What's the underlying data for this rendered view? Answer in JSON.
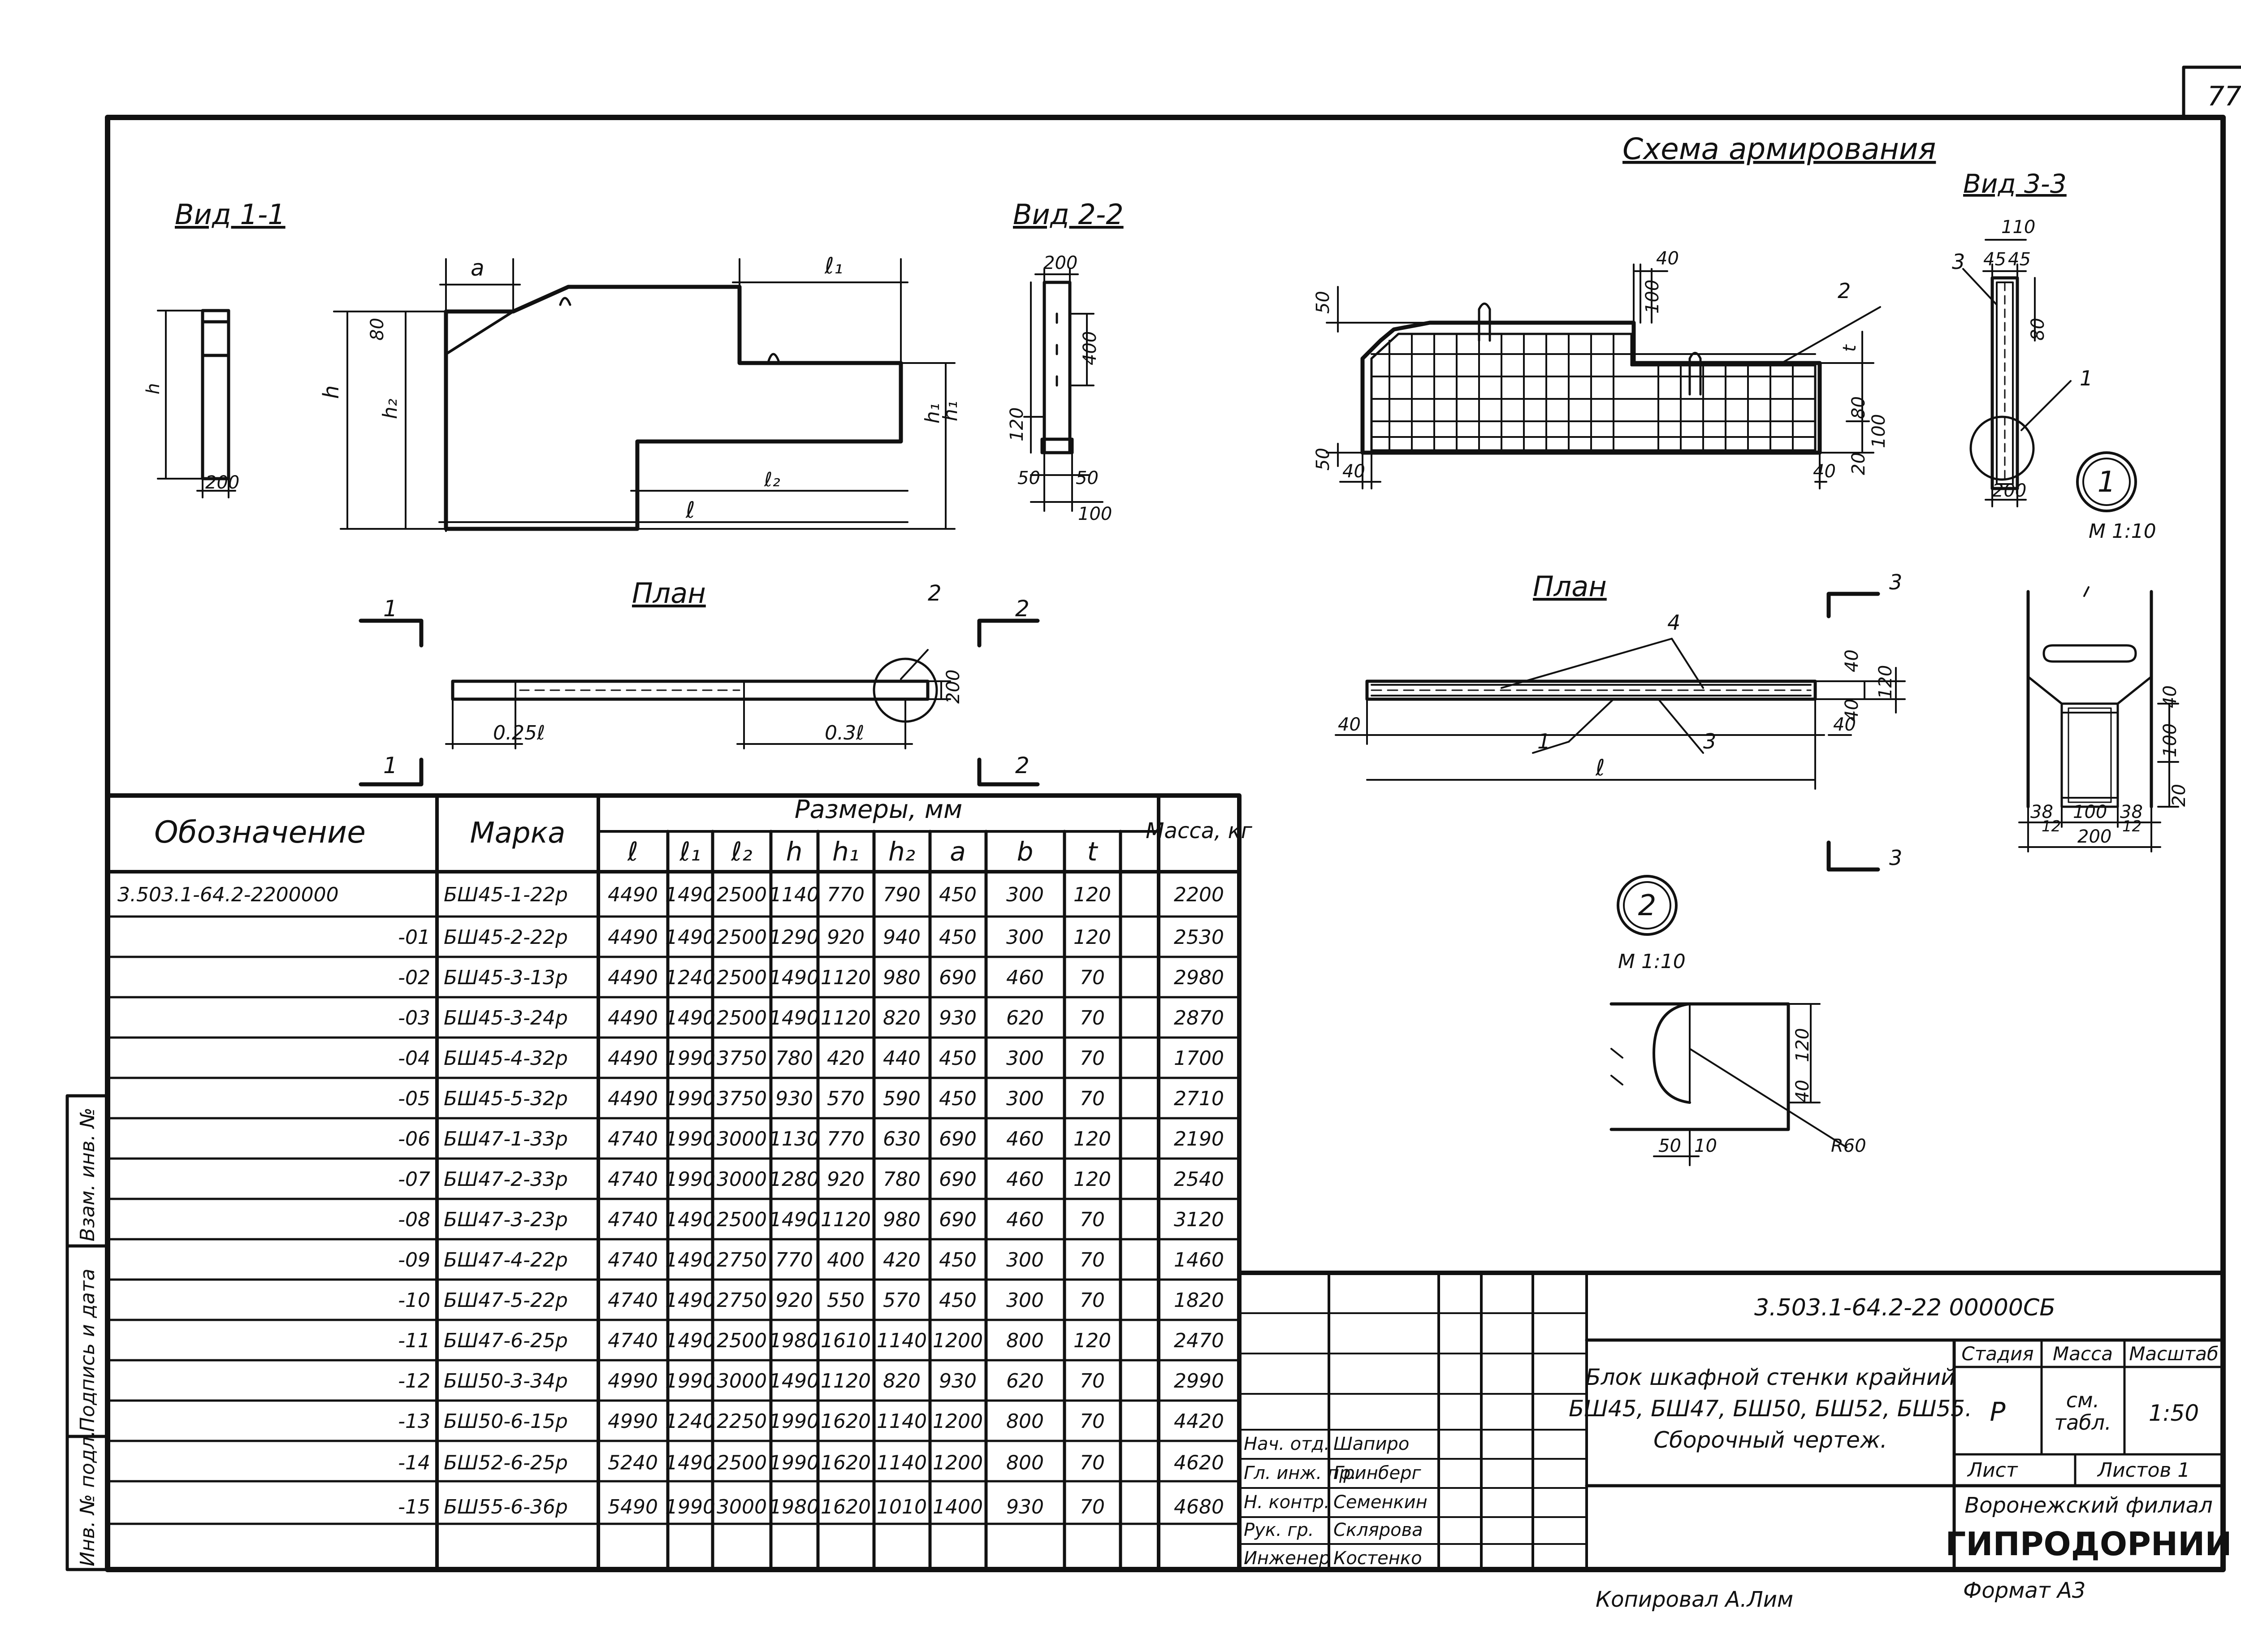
{
  "sheet": {
    "page_number": "77",
    "copied_by": "Копировал А.Лим",
    "format": "Формат А3",
    "side_stamp": [
      "Инв. № подл.",
      "Подпись и дата",
      "Взам. инв. №"
    ]
  },
  "views": {
    "view_1_1": "Вид 1-1",
    "view_2_2": "Вид 2-2",
    "view_3_3": "Вид 3-3",
    "plan_left": "План",
    "plan_right": "План",
    "reinforcement": "Схема армирования",
    "scale_1": "М 1:10",
    "scale_2": "М 1:10",
    "callout_1": "1",
    "callout_2": "2"
  },
  "dims": {
    "v11": [
      "h",
      "200"
    ],
    "elev": [
      "a",
      "ℓ₁",
      "80",
      "h",
      "h₂",
      "h₁",
      "ℓ₂",
      "ℓ"
    ],
    "v22": [
      "200",
      "400",
      "h₁",
      "120",
      "50",
      "50",
      "100"
    ],
    "plan_left": [
      "1",
      "1",
      "2",
      "2",
      "2",
      "200",
      "0.25ℓ",
      "0.3ℓ"
    ],
    "reinf": [
      "40",
      "100",
      "50",
      "2",
      "t",
      "80",
      "100",
      "20",
      "50",
      "40",
      "40"
    ],
    "v33": [
      "110",
      "45",
      "45",
      "3",
      "80",
      "1",
      "200"
    ],
    "plan_right": [
      "4",
      "3",
      "3",
      "40",
      "120",
      "40",
      "40",
      "40",
      "1",
      "3",
      "ℓ"
    ],
    "detail_1": [
      "100",
      "40",
      "20",
      "38",
      "100",
      "38",
      "12",
      "12",
      "200"
    ],
    "detail_2": [
      "120",
      "40",
      "50",
      "10",
      "R60"
    ]
  },
  "spec_table": {
    "headers": {
      "designation": "Обозначение",
      "mark": "Марка",
      "dimensions": "Размеры, мм",
      "mass": "Масса, кг",
      "dim_cols": [
        "ℓ",
        "ℓ₁",
        "ℓ₂",
        "h",
        "h₁",
        "h₂",
        "a",
        "b",
        "t"
      ]
    },
    "rows": [
      {
        "des": "3.503.1-64.2-2200000",
        "mark": "БШ45-1-22р",
        "v": [
          "4490",
          "1490",
          "2500",
          "1140",
          "770",
          "790",
          "450",
          "300",
          "120"
        ],
        "mass": "2200"
      },
      {
        "des": "-01",
        "mark": "БШ45-2-22р",
        "v": [
          "4490",
          "1490",
          "2500",
          "1290",
          "920",
          "940",
          "450",
          "300",
          "120"
        ],
        "mass": "2530"
      },
      {
        "des": "-02",
        "mark": "БШ45-3-13р",
        "v": [
          "4490",
          "1240",
          "2500",
          "1490",
          "1120",
          "980",
          "690",
          "460",
          "70"
        ],
        "mass": "2980"
      },
      {
        "des": "-03",
        "mark": "БШ45-3-24р",
        "v": [
          "4490",
          "1490",
          "2500",
          "1490",
          "1120",
          "820",
          "930",
          "620",
          "70"
        ],
        "mass": "2870"
      },
      {
        "des": "-04",
        "mark": "БШ45-4-32р",
        "v": [
          "4490",
          "1990",
          "3750",
          "780",
          "420",
          "440",
          "450",
          "300",
          "70"
        ],
        "mass": "1700"
      },
      {
        "des": "-05",
        "mark": "БШ45-5-32р",
        "v": [
          "4490",
          "1990",
          "3750",
          "930",
          "570",
          "590",
          "450",
          "300",
          "70"
        ],
        "mass": "2710"
      },
      {
        "des": "-06",
        "mark": "БШ47-1-33р",
        "v": [
          "4740",
          "1990",
          "3000",
          "1130",
          "770",
          "630",
          "690",
          "460",
          "120"
        ],
        "mass": "2190"
      },
      {
        "des": "-07",
        "mark": "БШ47-2-33р",
        "v": [
          "4740",
          "1990",
          "3000",
          "1280",
          "920",
          "780",
          "690",
          "460",
          "120"
        ],
        "mass": "2540"
      },
      {
        "des": "-08",
        "mark": "БШ47-3-23р",
        "v": [
          "4740",
          "1490",
          "2500",
          "1490",
          "1120",
          "980",
          "690",
          "460",
          "70"
        ],
        "mass": "3120"
      },
      {
        "des": "-09",
        "mark": "БШ47-4-22р",
        "v": [
          "4740",
          "1490",
          "2750",
          "770",
          "400",
          "420",
          "450",
          "300",
          "70"
        ],
        "mass": "1460"
      },
      {
        "des": "-10",
        "mark": "БШ47-5-22р",
        "v": [
          "4740",
          "1490",
          "2750",
          "920",
          "550",
          "570",
          "450",
          "300",
          "70"
        ],
        "mass": "1820"
      },
      {
        "des": "-11",
        "mark": "БШ47-6-25р",
        "v": [
          "4740",
          "1490",
          "2500",
          "1980",
          "1610",
          "1140",
          "1200",
          "800",
          "120"
        ],
        "mass": "2470"
      },
      {
        "des": "-12",
        "mark": "БШ50-3-34р",
        "v": [
          "4990",
          "1990",
          "3000",
          "1490",
          "1120",
          "820",
          "930",
          "620",
          "70"
        ],
        "mass": "2990"
      },
      {
        "des": "-13",
        "mark": "БШ50-6-15р",
        "v": [
          "4990",
          "1240",
          "2250",
          "1990",
          "1620",
          "1140",
          "1200",
          "800",
          "70"
        ],
        "mass": "4420"
      },
      {
        "des": "-14",
        "mark": "БШ52-6-25р",
        "v": [
          "5240",
          "1490",
          "2500",
          "1990",
          "1620",
          "1140",
          "1200",
          "800",
          "70"
        ],
        "mass": "4620"
      },
      {
        "des": "-15",
        "mark": "БШ55-6-36р",
        "v": [
          "5490",
          "1990",
          "3000",
          "1980",
          "1620",
          "1010",
          "1400",
          "930",
          "70"
        ],
        "mass": "4680"
      }
    ]
  },
  "title_block": {
    "doc_code": "3.503.1-64.2-22 00000СБ",
    "title": [
      "Блок шкафной стенки крайний",
      "БШ45, БШ47, БШ50, БШ52, БШ55.",
      "Сборочный чертеж."
    ],
    "labels": {
      "stage": "Стадия",
      "mass": "Масса",
      "scale": "Масштаб",
      "sheet": "Лист",
      "sheets": "Листов 1"
    },
    "values": {
      "stage": "Р",
      "mass_1": "см.",
      "mass_2": "табл.",
      "scale": "1:50"
    },
    "org": [
      "Воронежский филиал",
      "ГИПРОДОРНИИ"
    ],
    "staff": [
      {
        "role": "Нач. отд.",
        "name": "Шапиро"
      },
      {
        "role": "Гл. инж. пр.",
        "name": "Гринберг"
      },
      {
        "role": "Н. контр.",
        "name": "Семенкин"
      },
      {
        "role": "Рук. гр.",
        "name": "Склярова"
      },
      {
        "role": "Инженер",
        "name": "Костенко"
      }
    ]
  }
}
